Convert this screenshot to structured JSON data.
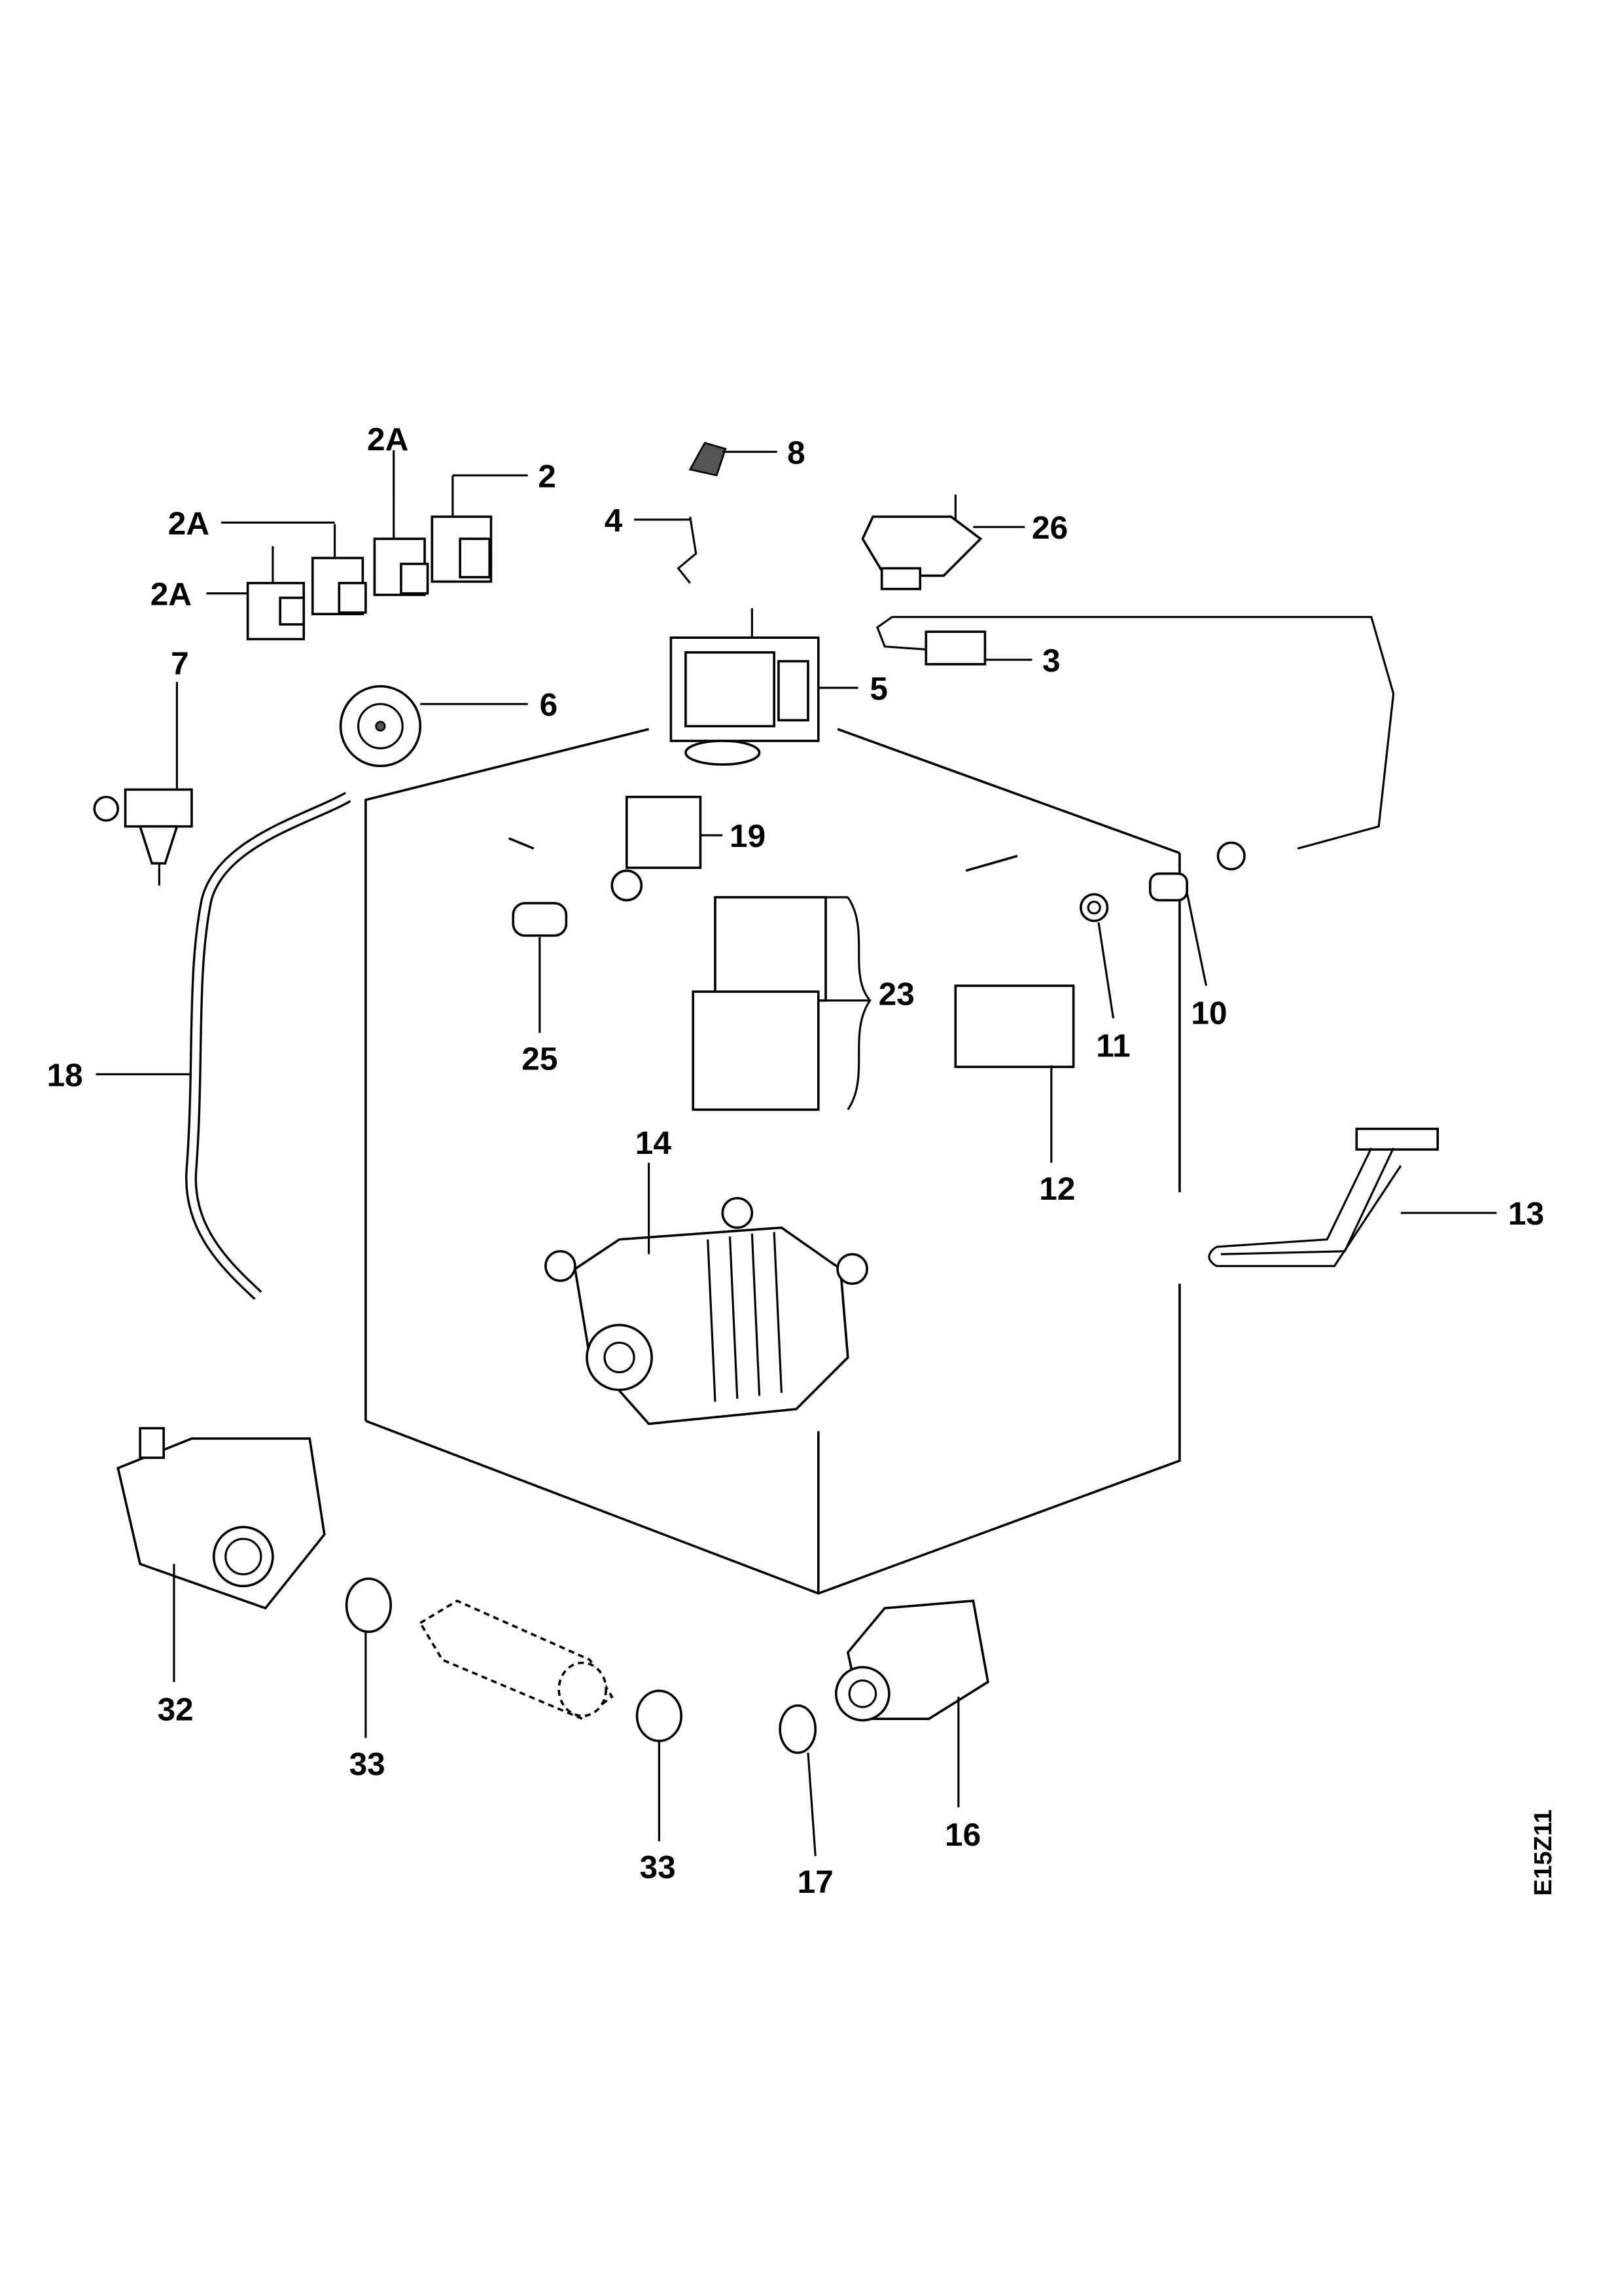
{
  "diagram": {
    "labels": {
      "l2a_top": "2A",
      "l2": "2",
      "l2a_mid": "2A",
      "l2a_low": "2A",
      "l4": "4",
      "l8": "8",
      "l26": "26",
      "l3": "3",
      "l7": "7",
      "l6": "6",
      "l5": "5",
      "l19": "19",
      "l23": "23",
      "l25": "25",
      "l11": "11",
      "l10": "10",
      "l18": "18",
      "l14": "14",
      "l12": "12",
      "l13": "13",
      "l32": "32",
      "l33a": "33",
      "l16": "16",
      "l33b": "33",
      "l17": "17"
    },
    "drawing_code": "E15Z11"
  }
}
